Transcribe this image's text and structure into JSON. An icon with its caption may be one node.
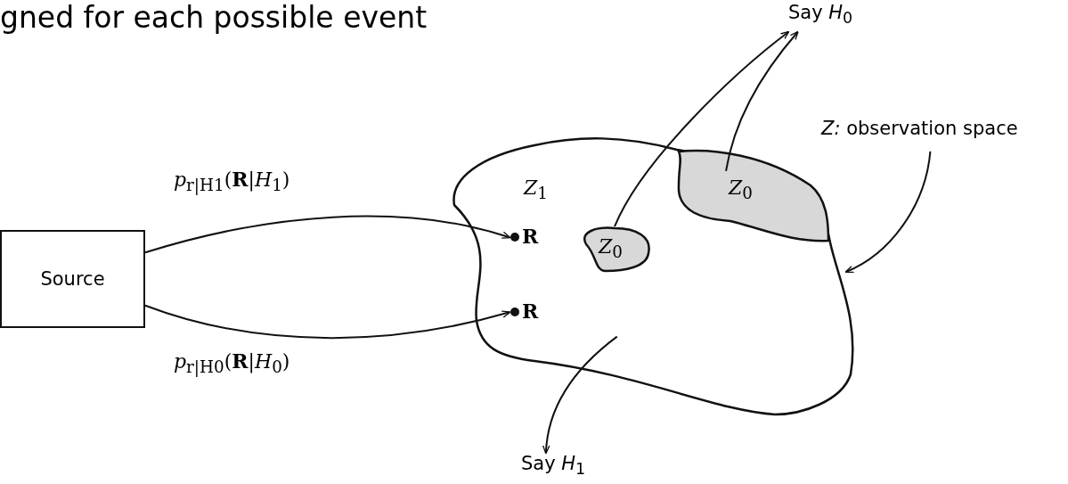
{
  "diagram": {
    "nodes": [
      {
        "text": [
          "Source"
        ]
      },
      {
        "text": [
          "*Z*$_{1}$"
        ]
      },
      {
        "text": [
          "*Z*$_{0}$"
        ],
        "in": 1
      },
      {
        "text": [
          "*Z*$_{0}$"
        ],
        "in": 1
      },
      {
        "text": [
          "**R**"
        ],
        "in": 1
      },
      {
        "text": [
          "**R**"
        ],
        "in": 1
      },
      {
        "text": [
          "Say *H*$_{0}$"
        ]
      },
      {
        "text": [
          "Say *H*$_{1}$"
        ]
      },
      {
        "text": [
          "*Z:* observation space"
        ]
      }
    ],
    "edges": [
      {
        "from": 0,
        "to": 4,
        "arrow": "to",
        "label": "*p*$_{r|H1}$(**R**|*H*$_{1}$)"
      },
      {
        "from": 0,
        "to": 5,
        "arrow": "to",
        "label": "*p*$_{r|H0}$(**R**|*H*$_{0}$)"
      },
      {
        "from": 2,
        "to": 6,
        "arrow": "to"
      },
      {
        "from": 3,
        "to": 6,
        "arrow": "to"
      },
      {
        "from": 1,
        "to": 7,
        "arrow": "to"
      },
      {
        "from": 8,
        "to": 1,
        "arrow": "to"
      }
    ],
    "labels": [
      "gned for each possible event"
    ]
  }
}
